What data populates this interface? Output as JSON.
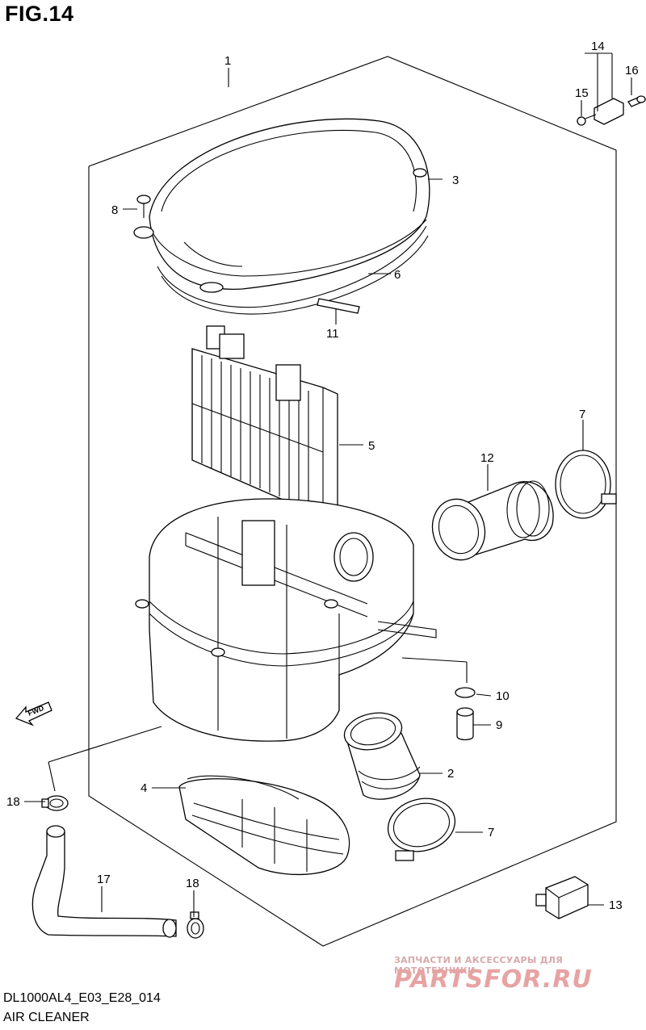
{
  "figure": {
    "title": "FIG.14"
  },
  "footer": {
    "model_code": "DL1000AL4_E03_E28_014",
    "caption": "AIR CLEANER"
  },
  "fwd_label": "FWD",
  "watermark": {
    "tagline": "ЗАПЧАСТИ И АКСЕССУАРЫ ДЛЯ МОТОТЕХНИКИ",
    "brand": "PARTSFOR.RU",
    "color": "#e7a3a3"
  },
  "callouts": {
    "c1": "1",
    "c2": "2",
    "c3": "3",
    "c4": "4",
    "c5": "5",
    "c6": "6",
    "c7a": "7",
    "c7b": "7",
    "c8": "8",
    "c9": "9",
    "c10": "10",
    "c11": "11",
    "c12": "12",
    "c13": "13",
    "c14": "14",
    "c15": "15",
    "c16": "16",
    "c17": "17",
    "c18a": "18",
    "c18b": "18"
  }
}
